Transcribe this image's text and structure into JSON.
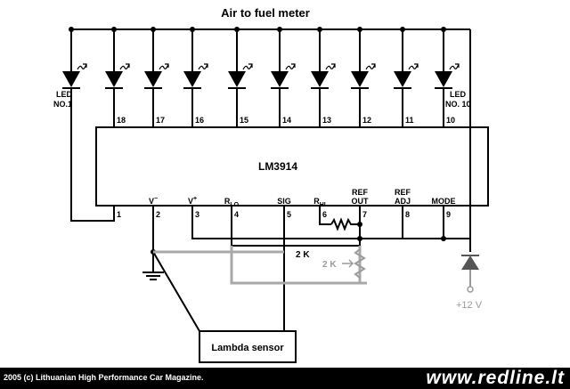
{
  "diagram": {
    "title": "Air to fuel meter",
    "chip_name": "LM3914",
    "led_first_label": [
      "LED",
      "NO.1"
    ],
    "led_last_label": [
      "LED",
      "NO. 10"
    ],
    "top_pins": [
      "18",
      "17",
      "16",
      "15",
      "14",
      "13",
      "12",
      "11",
      "10"
    ],
    "bottom_pins": [
      {
        "num": "1",
        "label": ""
      },
      {
        "num": "2",
        "label": "V",
        "sup": "−"
      },
      {
        "num": "3",
        "label": "V",
        "sup": "+"
      },
      {
        "num": "4",
        "label": "R",
        "sub": "LO"
      },
      {
        "num": "5",
        "label": "SIG"
      },
      {
        "num": "6",
        "label": "R",
        "sub": "HI"
      },
      {
        "num": "7",
        "label": "REF\nOUT"
      },
      {
        "num": "8",
        "label": "REF\nADJ"
      },
      {
        "num": "9",
        "label": "MODE"
      }
    ],
    "resistor_1": "2 K",
    "resistor_2": "2 K",
    "supply": "+12 V",
    "sensor": "Lambda sensor",
    "colors": {
      "wire": "#000000",
      "added_wire": "#a8a8a8",
      "footer_bg": "#000000",
      "footer_text": "#ffffff"
    }
  },
  "footer": {
    "copyright": "2005 (c) Lithuanian High Performance Car Magazine.",
    "site": "www.redline.lt"
  }
}
